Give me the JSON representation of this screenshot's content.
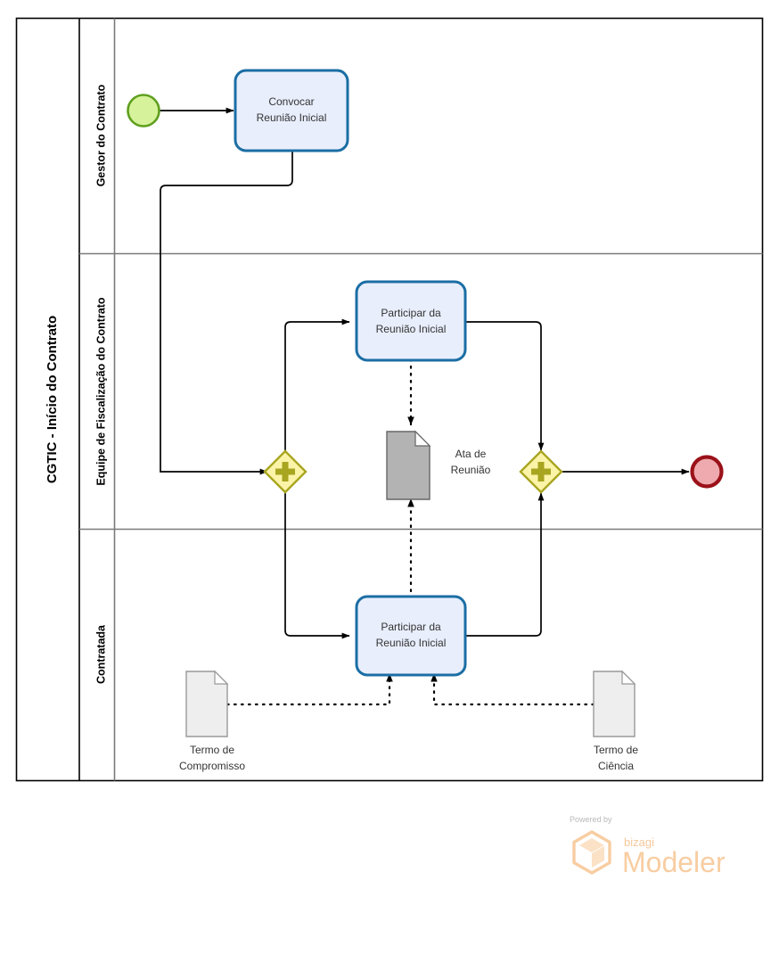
{
  "pool": {
    "name": "CGTIC - Início do Contrato"
  },
  "lanes": [
    {
      "id": "lane-gestor",
      "name": "Gestor do Contrato"
    },
    {
      "id": "lane-equipe",
      "name": "Equipe de Fiscalização do Contrato"
    },
    {
      "id": "lane-contratada",
      "name": "Contratada"
    }
  ],
  "events": [
    {
      "id": "start-event",
      "type": "start-event",
      "label": "",
      "fill": "#d6f29a",
      "stroke": "#5f9f1f"
    },
    {
      "id": "end-event",
      "type": "end-event",
      "label": "",
      "fill": "#eeaaae",
      "stroke": "#9b1119"
    }
  ],
  "tasks": [
    {
      "id": "task-convocar",
      "line1": "Convocar",
      "line2": "Reunião Inicial",
      "lane": "Gestor do Contrato"
    },
    {
      "id": "task-participar-equipe",
      "line1": "Participar da",
      "line2": "Reunião Inicial",
      "lane": "Equipe de Fiscalização do Contrato"
    },
    {
      "id": "task-participar-contratada",
      "line1": "Participar da",
      "line2": "Reunião Inicial",
      "lane": "Contratada"
    }
  ],
  "gateways": [
    {
      "id": "gateway-parallel-split",
      "type": "parallel",
      "symbol": "+",
      "label": ""
    },
    {
      "id": "gateway-parallel-join",
      "type": "parallel",
      "symbol": "+",
      "label": ""
    }
  ],
  "data_objects": [
    {
      "id": "data-ata",
      "line1": "Ata de",
      "line2": "Reunião",
      "style": "filled"
    },
    {
      "id": "data-termo-compromisso",
      "line1": "Termo de",
      "line2": "Compromisso",
      "style": "plain"
    },
    {
      "id": "data-termo-ciencia",
      "line1": "Termo de",
      "line2": "Ciência",
      "style": "plain"
    }
  ],
  "branding": {
    "powered_by": "Powered by",
    "bizagi": "bizagi",
    "modeler": "Modeler",
    "color": "#f8cda2"
  },
  "colors": {
    "task_fill": "#e8eefc",
    "task_stroke": "#1b6ea4",
    "gateway_fill": "#fbf4a8",
    "gateway_stroke": "#a8a520",
    "start_fill": "#d6f29a",
    "start_stroke": "#5f9f1f",
    "end_fill": "#eeaaae",
    "end_stroke": "#9b1119",
    "data_filled": "#b3b3b3",
    "data_plain": "#eeeeee",
    "pool_stroke": "#000000",
    "lane_stroke": "#7a7a7a"
  }
}
